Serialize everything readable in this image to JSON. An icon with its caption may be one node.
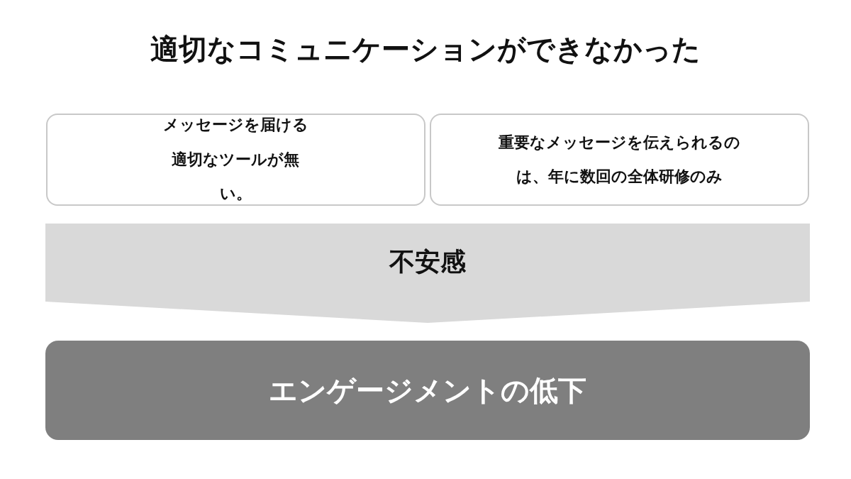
{
  "diagram": {
    "title": "適切なコミュニケーションができなかった",
    "nodes": [
      {
        "text": [
          "メッセージを届ける適切なツールが無い。"
        ]
      },
      {
        "text": [
          "重要なメッセージを伝えられるのは、年に数回の全体研修のみ"
        ]
      },
      {
        "text": [
          "不安感"
        ]
      },
      {
        "text": [
          "エンゲージメントの低下"
        ]
      }
    ]
  }
}
